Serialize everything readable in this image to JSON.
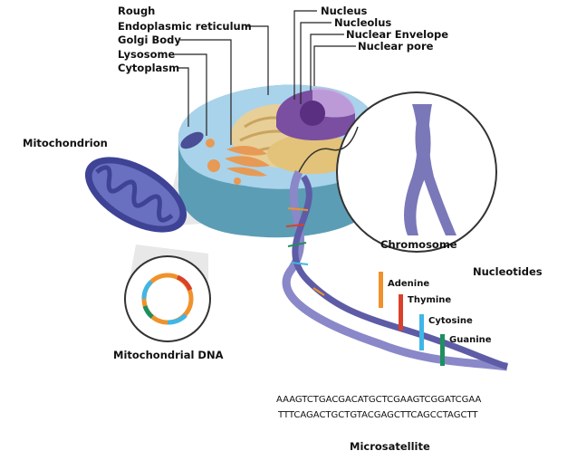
{
  "labels": {
    "rough": "Rough",
    "er": "Endoplasmic reticulum",
    "golgi": "Golgi Body",
    "lysosome": "Lysosome",
    "cytoplasm": "Cytoplasm",
    "nucleus": "Nucleus",
    "nucleolus": "Nucleolus",
    "nuclear_envelope": "Nuclear Envelope",
    "nuclear_pore": "Nuclear pore",
    "mitochondrion": "Mitochondrion",
    "mitochondrial_dna": "Mitochondrial DNA",
    "chromosome": "Chromosome",
    "nucleotides": "Nucleotides",
    "adenine": "Adenine",
    "thymine": "Thymine",
    "cytosine": "Cytosine",
    "guanine": "Guanine",
    "microsatellite": "Microsatellite"
  },
  "sequence": {
    "top": "AAAGTCTGACGACATGCTCGAAGTCGGATCGAA",
    "bottom": "TTTCAGACTGCTGTACGAGCTTCAGCCTAGCTT"
  },
  "colors": {
    "adenine": "#f0922b",
    "thymine": "#d9412a",
    "cytosine": "#3fb6e6",
    "guanine": "#1f8f5f",
    "cell_top": "#a9d3ea",
    "cell_side": "#5b9db5",
    "nucleus": "#7a4ea0",
    "chromosome": "#7a78b8"
  }
}
